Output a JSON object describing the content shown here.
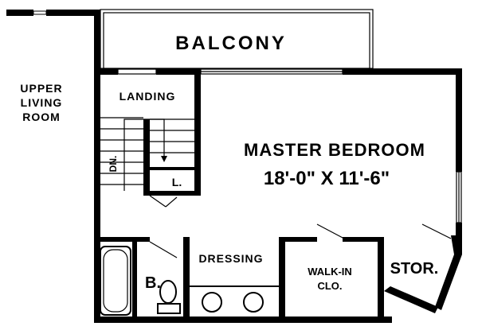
{
  "labels": {
    "balcony": "BALCONY",
    "upper_living_1": "UPPER",
    "upper_living_2": "LIVING",
    "upper_living_3": "ROOM",
    "landing": "LANDING",
    "down": "DN.",
    "linen": "L.",
    "master_bedroom": "MASTER BEDROOM",
    "master_dims": "18'-0\" X 11'-6\"",
    "dressing": "DRESSING",
    "walkin_1": "WALK-IN",
    "walkin_2": "CLO.",
    "storage": "STOR.",
    "bath": "B."
  }
}
